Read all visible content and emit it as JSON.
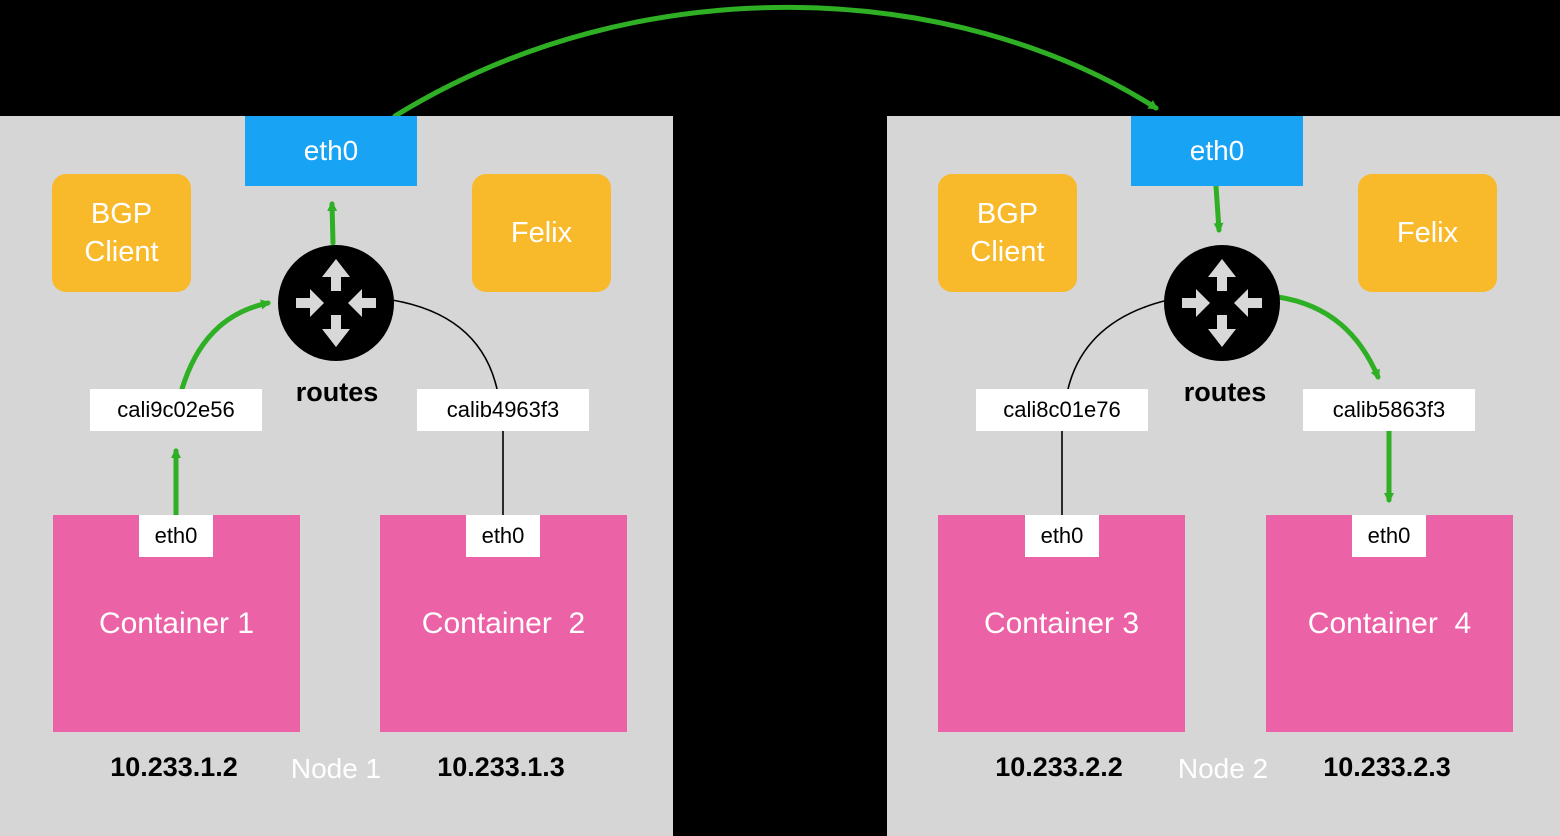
{
  "colors": {
    "background": "#000000",
    "node_bg": "#d6d6d6",
    "host_eth": "#19a3f5",
    "agent": "#f8b92b",
    "container": "#ec62a6",
    "packet_path": "#2eaf24",
    "router": "#000000"
  },
  "node1": {
    "label": "Node 1",
    "host_eth": "eth0",
    "bgp_client": "BGP\nClient",
    "felix": "Felix",
    "routes": "routes",
    "iface_a": "cali9c02e56",
    "iface_b": "calib4963f3",
    "container_a": {
      "name": "Container 1",
      "eth": "eth0",
      "ip": "10.233.1.2"
    },
    "container_b": {
      "name": "Container  2",
      "eth": "eth0",
      "ip": "10.233.1.3"
    }
  },
  "node2": {
    "label": "Node 2",
    "host_eth": "eth0",
    "bgp_client": "BGP\nClient",
    "felix": "Felix",
    "routes": "routes",
    "iface_a": "cali8c01e76",
    "iface_b": "calib5863f3",
    "container_a": {
      "name": "Container 3",
      "eth": "eth0",
      "ip": "10.233.2.2"
    },
    "container_b": {
      "name": "Container  4",
      "eth": "eth0",
      "ip": "10.233.2.3"
    }
  },
  "icons": {
    "router": "router-icon",
    "path_arrow": "arrow-icon"
  }
}
